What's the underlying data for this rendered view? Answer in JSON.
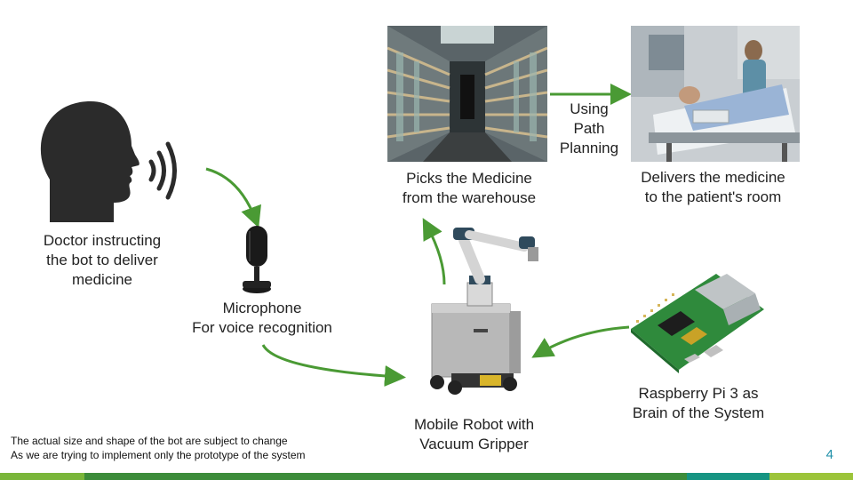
{
  "labels": {
    "doctor": [
      "Doctor instructing",
      "the bot to deliver",
      "medicine"
    ],
    "microphone": [
      "Microphone",
      "For voice recognition"
    ],
    "picks": [
      "Picks the Medicine",
      "from the warehouse"
    ],
    "path_planning": [
      "Using",
      "Path",
      "Planning"
    ],
    "delivers": [
      "Delivers the medicine",
      "to the patient's room"
    ],
    "robot": [
      "Mobile Robot with",
      "Vacuum Gripper"
    ],
    "raspberry": [
      "Raspberry Pi 3 as",
      "Brain of the System"
    ]
  },
  "footnote": [
    "The actual size and shape of the bot are subject to change",
    "As we are trying to implement only the prototype of the system"
  ],
  "page_number": "4",
  "icons": {
    "doctor": "speaking-head-icon",
    "microphone": "microphone-icon",
    "warehouse": "pharmacy-warehouse-photo",
    "hospital": "hospital-room-photo",
    "robot": "mobile-robot-arm-image",
    "raspberry": "raspberry-pi-board-image"
  },
  "colors": {
    "arrow": "#4a9a34",
    "band_green": "#7ab63a",
    "band_dark": "#3d8c3a",
    "band_teal": "#169482",
    "page_number": "#1e8fa8"
  }
}
